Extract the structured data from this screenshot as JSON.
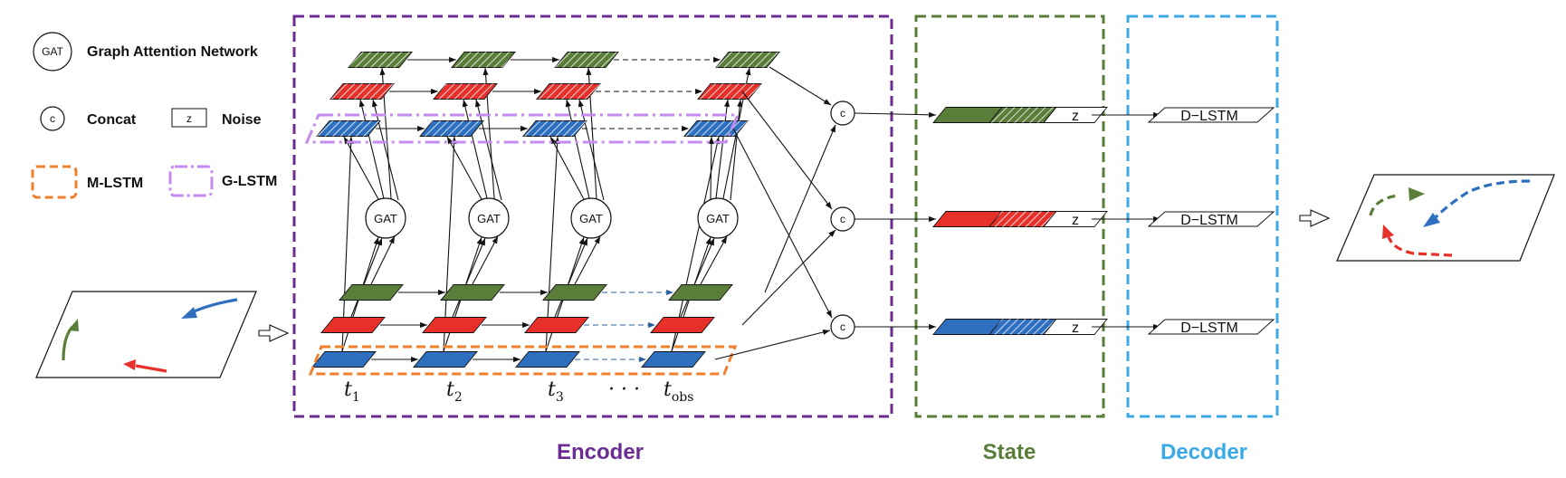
{
  "colors": {
    "green": "#5a7d3a",
    "red": "#e8302a",
    "blue": "#2f6fc0",
    "encoder": "#6a2c91",
    "state": "#5a7d3a",
    "decoder": "#3aa9e4",
    "m_lstm": "#f07f2e",
    "g_lstm": "#c58bf0"
  },
  "legend": {
    "gat_symbol": "GAT",
    "gat_label": "Graph  Attention Network",
    "concat_symbol": "c",
    "concat_label": "Concat",
    "noise_symbol": "z",
    "noise_label": "Noise",
    "m_lstm_label": "M-LSTM",
    "g_lstm_label": "G-LSTM"
  },
  "encoder": {
    "label": "Encoder",
    "gat_label": "GAT",
    "timesteps": [
      {
        "base": "t",
        "sub": "1"
      },
      {
        "base": "t",
        "sub": "2"
      },
      {
        "base": "t",
        "sub": "3"
      },
      {
        "base": "t",
        "sub": "obs"
      }
    ],
    "ellipsis": "· · ·"
  },
  "state": {
    "label": "State",
    "noise_symbol": "z",
    "concat_symbol": "c",
    "rows": [
      "green",
      "red",
      "blue"
    ]
  },
  "decoder": {
    "label": "Decoder",
    "block_label": "D−LSTM"
  }
}
